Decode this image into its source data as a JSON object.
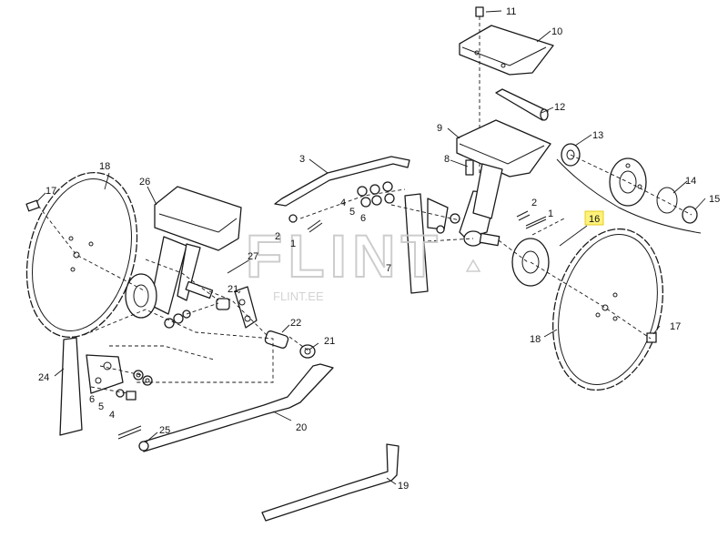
{
  "watermark": {
    "logo": "FLINT",
    "site": "FLINT.EE"
  },
  "callouts": {
    "c1a": "1",
    "c1b": "1",
    "c2a": "2",
    "c2b": "2",
    "c3": "3",
    "c4a": "4",
    "c4b": "4",
    "c5a": "5",
    "c5b": "5",
    "c6a": "6",
    "c6b": "6",
    "c7": "7",
    "c8": "8",
    "c9": "9",
    "c10": "10",
    "c11": "11",
    "c12": "12",
    "c13": "13",
    "c14": "14",
    "c15": "15",
    "c16": "16",
    "c17a": "17",
    "c17b": "17",
    "c18a": "18",
    "c18b": "18",
    "c19": "19",
    "c20": "20",
    "c21a": "21",
    "c21b": "21",
    "c22": "22",
    "c24": "24",
    "c25": "25",
    "c26": "26",
    "c27": "27"
  },
  "colors": {
    "line": "#1a1a1a",
    "highlight": "#fff27a",
    "watermark": "#c8c8c8"
  }
}
